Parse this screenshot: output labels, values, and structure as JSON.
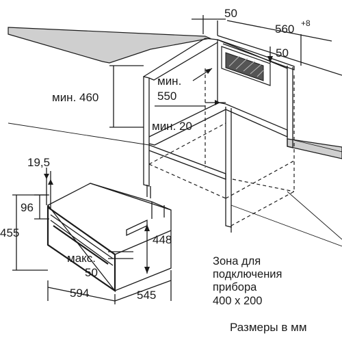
{
  "dimensions": {
    "top_gap": "50",
    "depth": "560",
    "depth_tolerance": "+8",
    "vent_depth": "50",
    "min_height": "мин. 460",
    "min_depth_prefix": "мин.",
    "min_depth_value": "550",
    "min_gap": "мин. 20",
    "panel_offset": "19,5",
    "panel_height": "96",
    "total_height": "455",
    "body_height": "448",
    "max_label": "макс.",
    "max_value": "50",
    "width": "594",
    "body_depth": "545"
  },
  "zone_note": {
    "line1": "Зона для",
    "line2": "подключения",
    "line3": "прибора",
    "line4": "400 x 200"
  },
  "footer": {
    "units": "Размеры в мм"
  },
  "colors": {
    "line": "#1a1a1a",
    "worktop_fill": "#c8c8c8",
    "vent_fill": "#555555",
    "background": "#ffffff"
  }
}
